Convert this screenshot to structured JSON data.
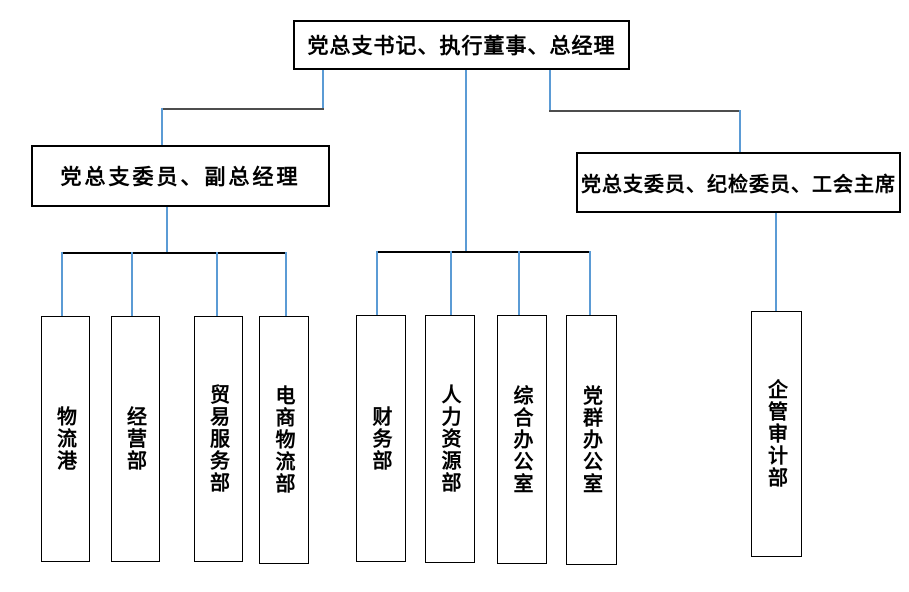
{
  "org_chart": {
    "root": {
      "label": "党总支书记、执行董事、总经理"
    },
    "level2": [
      {
        "id": "deputy",
        "label": "党总支委员、副总经理"
      },
      {
        "id": "committee",
        "label": "党总支委员、纪检委员、工会主席"
      }
    ],
    "departments": [
      {
        "label": "物流港",
        "reports_to": "deputy"
      },
      {
        "label": "经营部",
        "reports_to": "deputy"
      },
      {
        "label": "贸易服务部",
        "reports_to": "deputy"
      },
      {
        "label": "电商物流部",
        "reports_to": "deputy"
      },
      {
        "label": "财务部",
        "reports_to": "root"
      },
      {
        "label": "人力资源部",
        "reports_to": "root"
      },
      {
        "label": "综合办公室",
        "reports_to": "root"
      },
      {
        "label": "党群办公室",
        "reports_to": "root"
      },
      {
        "label": "企管审计部",
        "reports_to": "committee"
      }
    ]
  },
  "colors": {
    "connector_vertical_blue": "#5b9bd5",
    "connector_elbow_gray": "#4d4d4d",
    "connector_bus_black": "#000000",
    "box_border": "#000000",
    "box_fill": "#ffffff",
    "text": "#000000",
    "background": "#ffffff"
  }
}
